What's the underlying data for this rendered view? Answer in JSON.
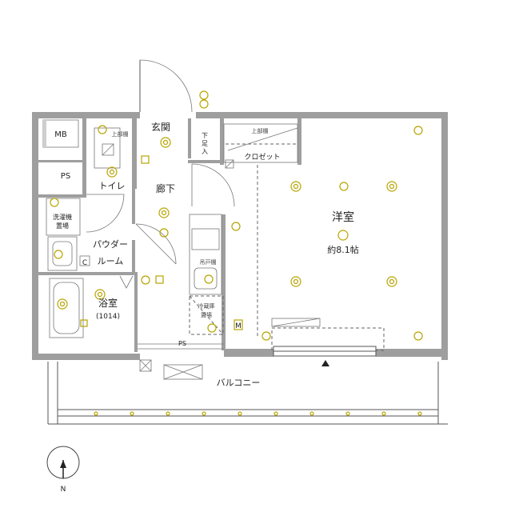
{
  "rooms": {
    "mb": "MB",
    "ps_upper": "PS",
    "toilet": "トイレ",
    "washer_line1": "洗濯機",
    "washer_line2": "置場",
    "powder_line1": "パウダー",
    "powder_line2": "ルーム",
    "bath": "浴室",
    "bath_size": "(1014)",
    "entrance": "玄関",
    "shoe_line1": "下",
    "shoe_line2": "足",
    "shoe_line3": "入",
    "hallway": "廊下",
    "upper_shelf_closet": "上部棚",
    "upper_shelf_toilet": "上部棚",
    "closet": "クロゼット",
    "western_room": "洋室",
    "western_room_size": "約8.1帖",
    "fridge_line1": "冷蔵庫",
    "fridge_line2": "置場",
    "kitchen_cabinet": "吊戸棚",
    "ps_bottom": "PS",
    "balcony": "バルコニー",
    "c_mark": "C",
    "m_mark": "M",
    "north": "N"
  },
  "colors": {
    "wall": "#9e9e9e",
    "fixture_icon": "#b8a400"
  }
}
